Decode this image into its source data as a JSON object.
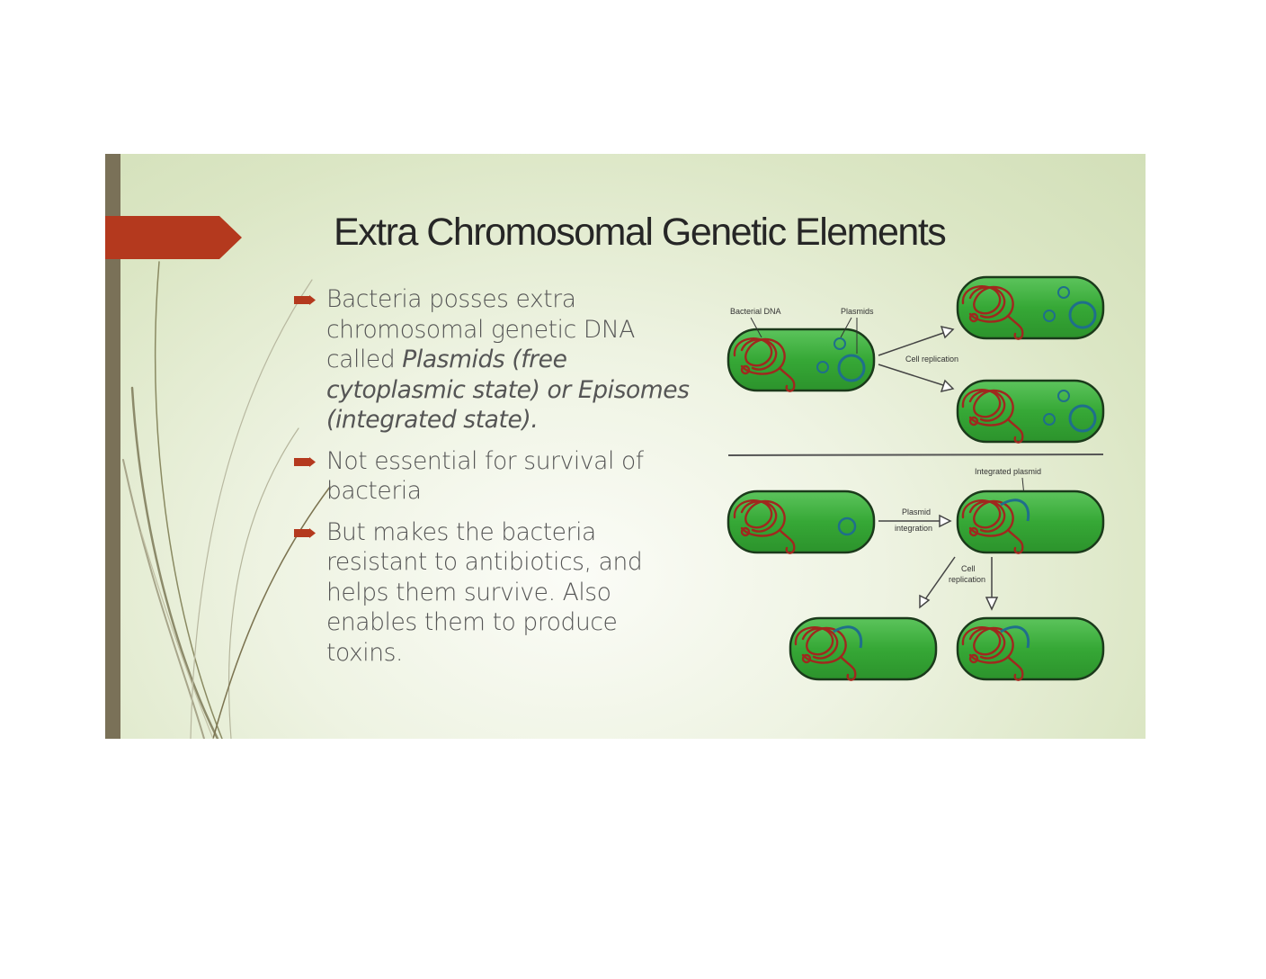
{
  "slide": {
    "title": "Extra Chromosomal Genetic Elements",
    "accent_color": "#b4391e",
    "bar_color": "#7a7158",
    "bullets": [
      {
        "text": "Bacteria posses extra chromosomal genetic DNA called ",
        "italic": "Plasmids (free cytoplasmic state) or Episomes (integrated state)."
      },
      {
        "text": "Not essential for survival of bacteria"
      },
      {
        "text": "But makes the bacteria resistant to antibiotics, and helps them survive. Also enables them to produce toxins."
      }
    ]
  },
  "diagram": {
    "labels": {
      "bacterial_dna": "Bacterial DNA",
      "plasmids": "Plasmids",
      "cell_replication_top": "Cell replication",
      "integrated_plasmid": "Integrated plasmid",
      "plasmid_integration_1": "Plasmid",
      "plasmid_integration_2": "integration",
      "cell_replication_bottom_1": "Cell",
      "cell_replication_bottom_2": "replication"
    },
    "colors": {
      "cell_fill": "#3fae3f",
      "dna": "#a0281e",
      "plasmid": "#1f6f8b"
    }
  }
}
